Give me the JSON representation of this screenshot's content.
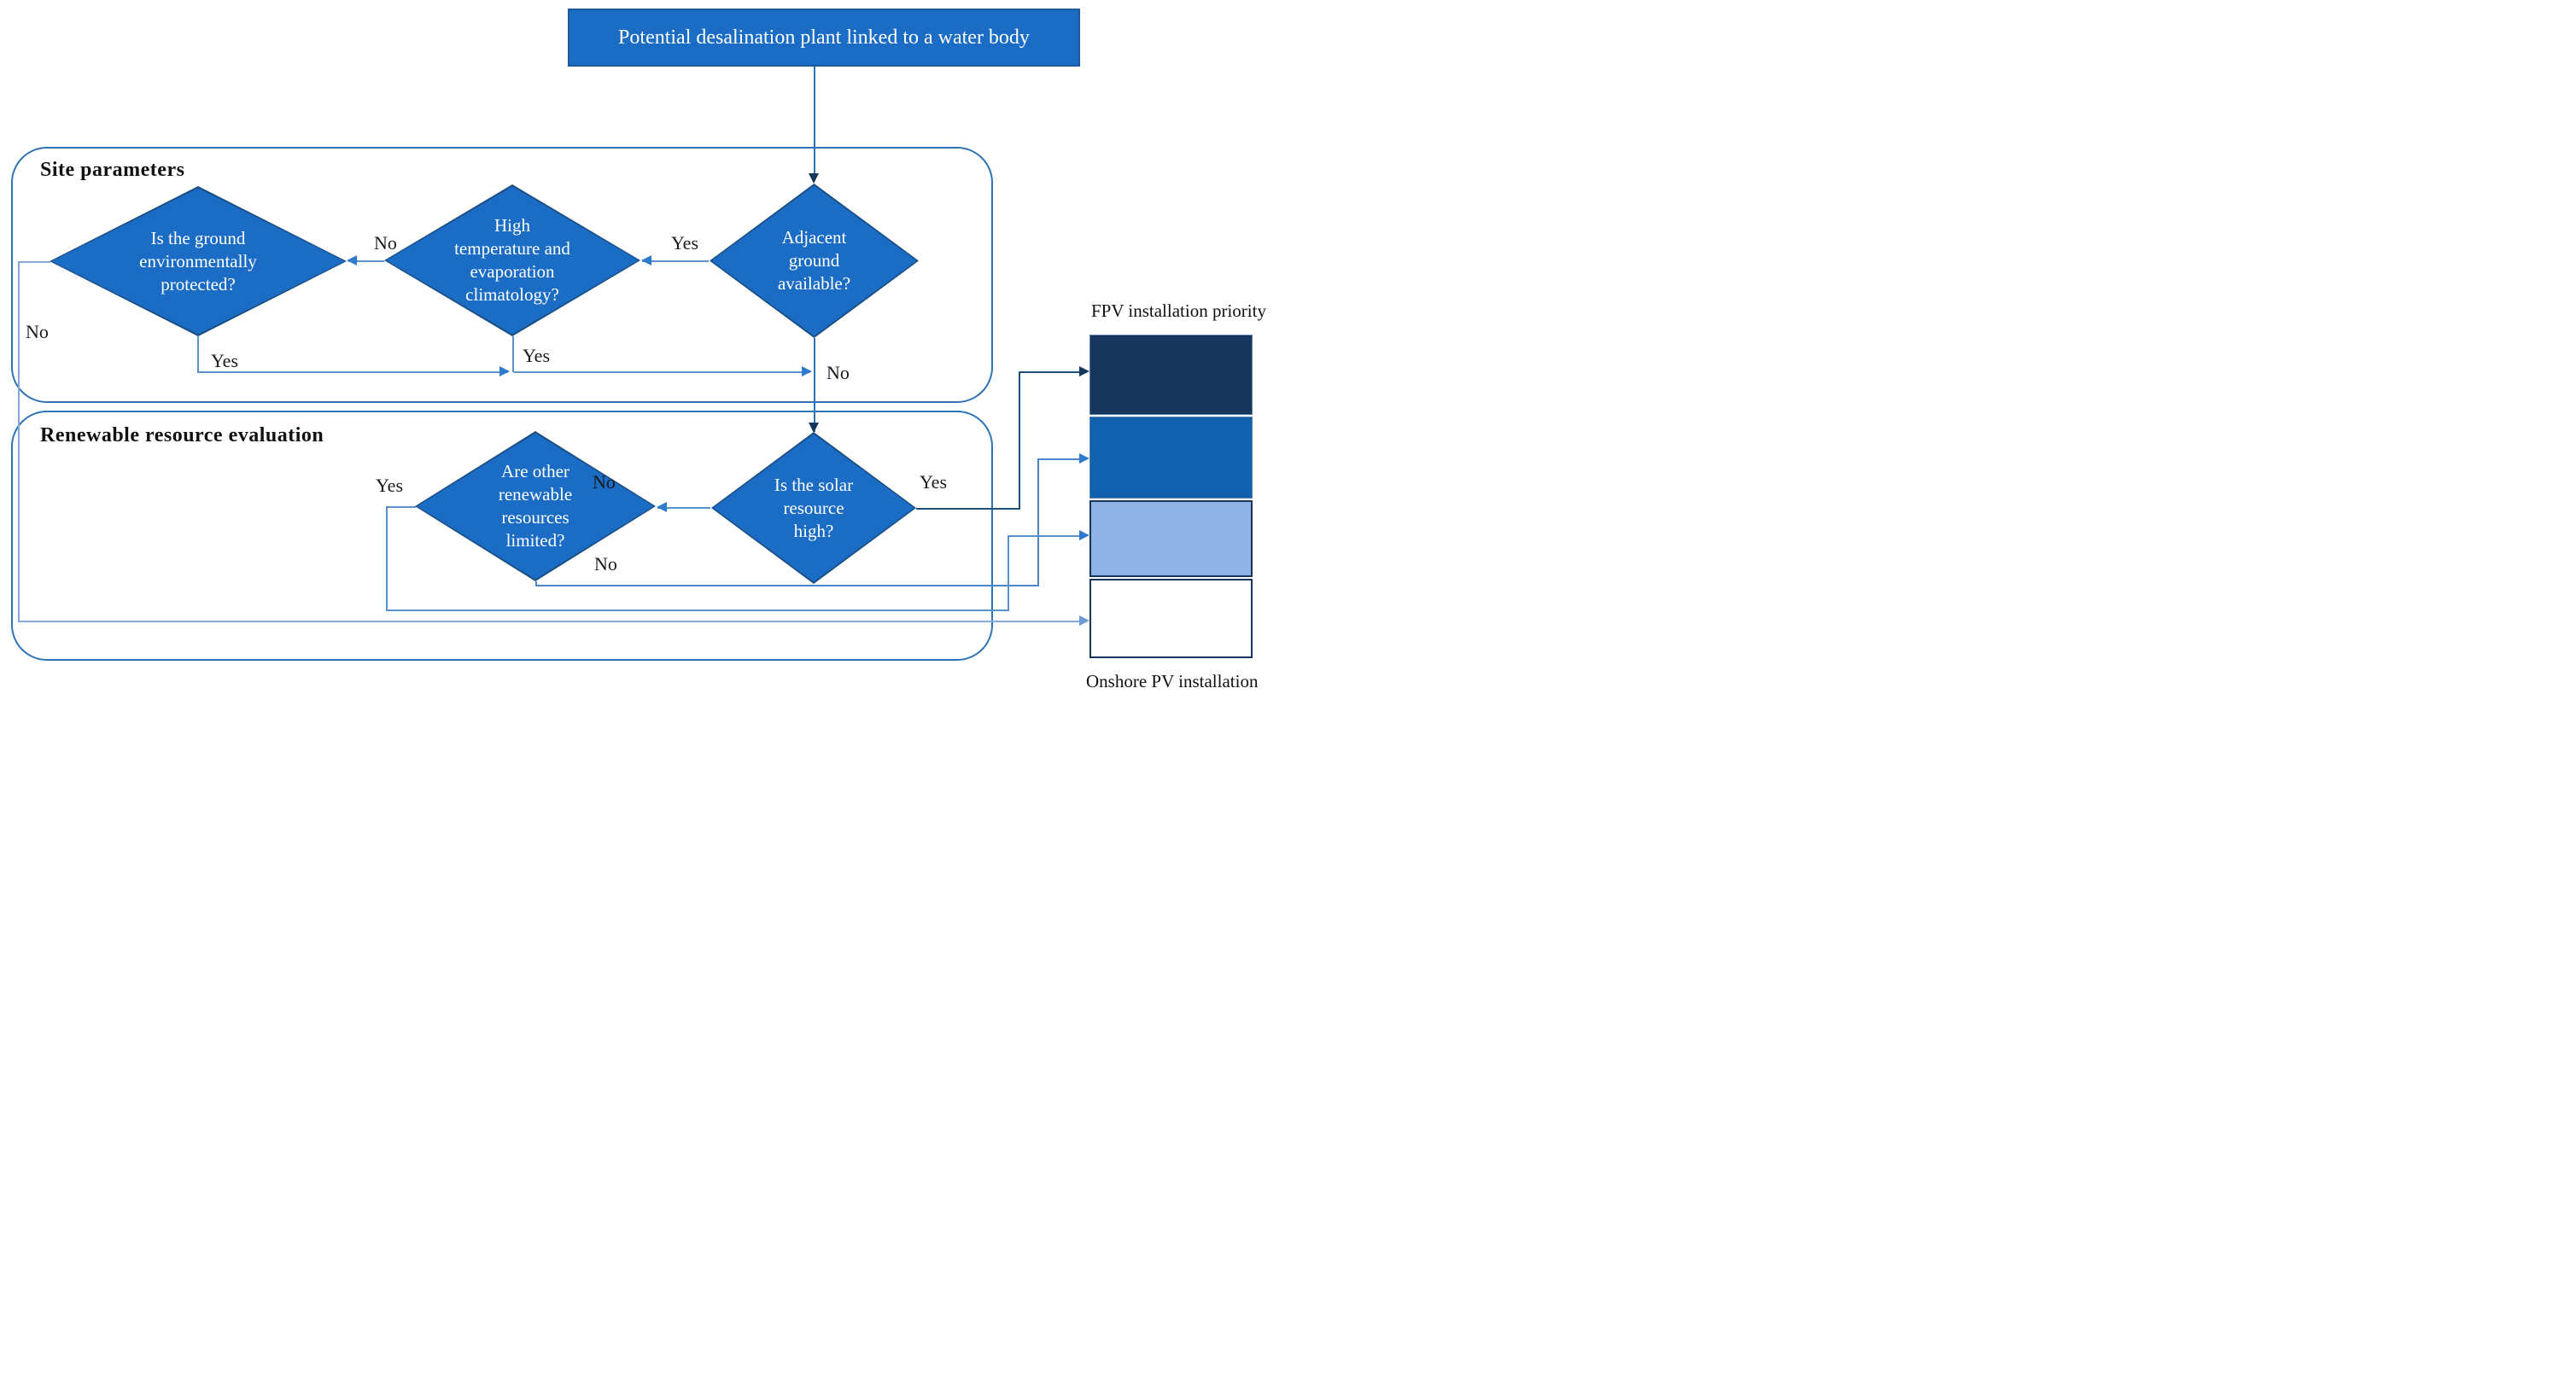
{
  "start": {
    "label": "Potential desalination plant linked to a water body"
  },
  "containers": {
    "site": {
      "title": "Site parameters"
    },
    "renewable": {
      "title": "Renewable resource evaluation"
    }
  },
  "nodes": {
    "adjacent_ground": {
      "label": "Adjacent ground available?"
    },
    "high_temp": {
      "label": "High temperature and evaporation climatology?"
    },
    "ground_protected": {
      "label": "Is the ground environmentally protected?"
    },
    "solar_high": {
      "label": "Is the solar resource high?"
    },
    "other_renewables": {
      "label": "Are other renewable resources limited?"
    }
  },
  "edge_labels": {
    "adjacent_yes": "Yes",
    "adjacent_no": "No",
    "hightemp_no": "No",
    "hightemp_yes": "Yes",
    "ground_no": "No",
    "ground_yes": "Yes",
    "solar_yes": "Yes",
    "solar_no": "No",
    "renewables_yes": "Yes",
    "renewables_no": "No"
  },
  "priority": {
    "title": "FPV installation priority",
    "footer": "Onshore PV installation",
    "colors": [
      "#17365D",
      "#1062AE",
      "#8EB2E3",
      "#FFFFFF"
    ],
    "levels": [
      "highest",
      "high",
      "medium",
      "lowest"
    ]
  },
  "colors": {
    "node_fill": "#1B6CC4",
    "container_border": "#2E74B5",
    "dark_line": "#1F4E79",
    "light_line": "#5C90CD"
  }
}
